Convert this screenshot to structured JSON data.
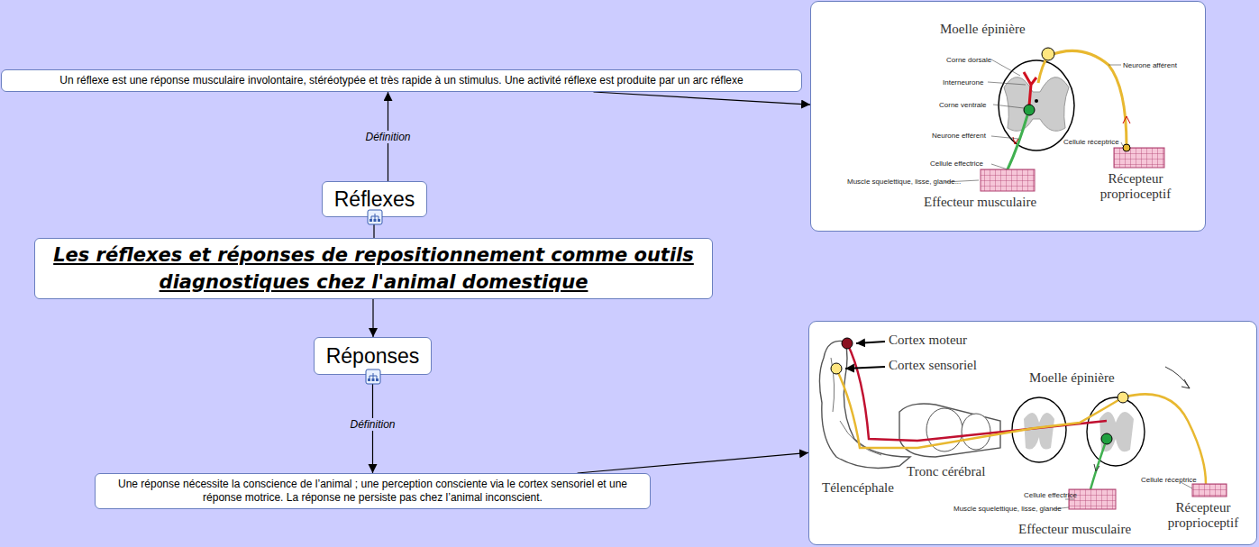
{
  "diagram": {
    "nodes": [
      {
        "text": [
          "Un réflexe est une réponse musculaire involontaire, stéréotypée et très rapide à un stimulus. Une activité réflexe est produite par un arc réflexe"
        ]
      },
      {
        "text": [
          "Moelle épinière",
          "Corne dorsale",
          "Interneurone",
          "Corne ventrale",
          "Neurone efférent",
          "Cellule effectrice",
          "Muscle squelettique, lisse, glande...",
          "Effecteur musculaire",
          "Neurone afférent",
          "Cellule réceptrice",
          "Récepteur proprioceptif"
        ]
      },
      {
        "text": [
          "Réflexes"
        ]
      },
      {
        "text": [
          "Les réflexes et réponses de repositionnement comme outils diagnostiques chez l'animal domestique"
        ]
      },
      {
        "text": [
          "Réponses"
        ]
      },
      {
        "text": [
          "Une réponse nécessite la conscience de l’animal ; une perception consciente via le cortex sensoriel et une réponse motrice. La réponse ne persiste pas chez l’animal inconscient."
        ]
      },
      {
        "text": [
          "Cortex moteur",
          "Cortex sensoriel",
          "Moelle épinière",
          "Télencéphale",
          "Tronc cérébral",
          "Cellule effectrice",
          "Muscle squelettique, lisse, glande",
          "Effecteur musculaire",
          "Cellule réceptrice",
          "Récepteur proprioceptif"
        ]
      }
    ],
    "edges": [
      {
        "from": 2,
        "to": 0,
        "label": "Définition",
        "arrow": "to"
      },
      {
        "from": 0,
        "to": 1,
        "arrow": "to"
      },
      {
        "from": 3,
        "to": 2,
        "arrow": "none"
      },
      {
        "from": 3,
        "to": 4,
        "arrow": "to"
      },
      {
        "from": 4,
        "to": 5,
        "label": "Définition",
        "arrow": "to"
      },
      {
        "from": 5,
        "to": 6,
        "arrow": "to"
      }
    ]
  }
}
